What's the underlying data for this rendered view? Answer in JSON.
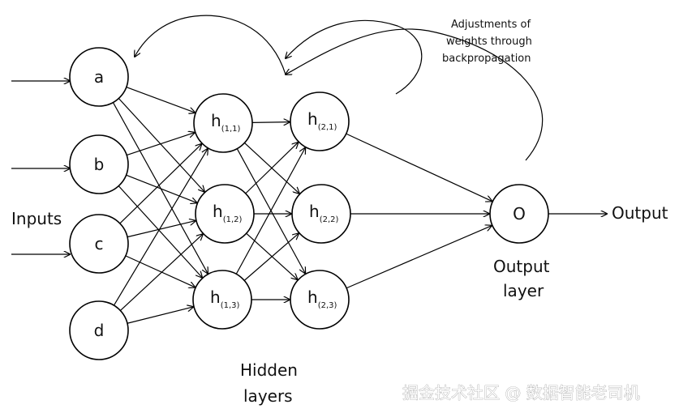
{
  "inputs_label": "Inputs",
  "output_label": "Output",
  "output_layer_label_line1": "Output",
  "output_layer_label_line2": "layer",
  "hidden_layers_label_line1": "Hidden",
  "hidden_layers_label_line2": "layers",
  "backprop_label_line1": "Adjustments of",
  "backprop_label_line2": "weights through",
  "backprop_label_line3": "backpropagation",
  "watermark": "掘金技术社区 @ 数据智能老司机",
  "input_nodes": [
    {
      "id": "a",
      "label": "a"
    },
    {
      "id": "b",
      "label": "b"
    },
    {
      "id": "c",
      "label": "c"
    },
    {
      "id": "d",
      "label": "d"
    }
  ],
  "hidden_layer_1": [
    {
      "id": "h11",
      "label": "h",
      "sub": "(1,1)"
    },
    {
      "id": "h12",
      "label": "h",
      "sub": "(1,2)"
    },
    {
      "id": "h13",
      "label": "h",
      "sub": "(1,3)"
    }
  ],
  "hidden_layer_2": [
    {
      "id": "h21",
      "label": "h",
      "sub": "(2,1)"
    },
    {
      "id": "h22",
      "label": "h",
      "sub": "(2,2)"
    },
    {
      "id": "h23",
      "label": "h",
      "sub": "(2,3)"
    }
  ],
  "output_node": {
    "id": "o",
    "label": "O"
  }
}
